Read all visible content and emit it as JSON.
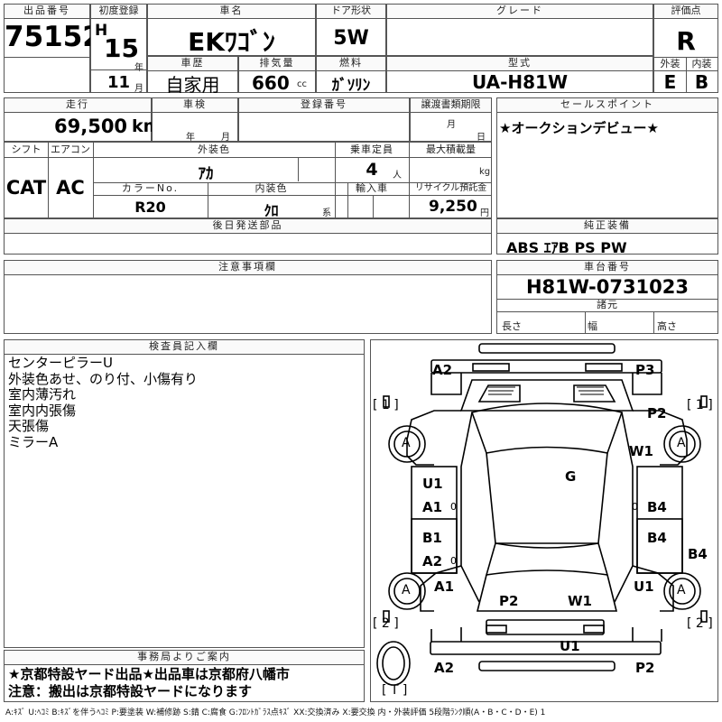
{
  "lot": {
    "label": "出品番号",
    "value": "75152"
  },
  "first_reg": {
    "label": "初度登録",
    "era": "H",
    "year": "15",
    "year_unit": "年",
    "month": "11",
    "month_unit": "月"
  },
  "car_name": {
    "label": "車名",
    "value": "EKﾜｺﾞﾝ"
  },
  "door": {
    "label": "ドア形状",
    "value": "5W"
  },
  "grade": {
    "label": "グレード",
    "value": ""
  },
  "score": {
    "label": "評価点",
    "value": "R",
    "ext_label": "外装",
    "ext": "E",
    "int_label": "内装",
    "int": "B"
  },
  "history": {
    "label": "車歴",
    "value": "自家用"
  },
  "displacement": {
    "label": "排気量",
    "value": "660",
    "unit": "cc"
  },
  "fuel": {
    "label": "燃料",
    "value": "ｶﾞｿﾘﾝ"
  },
  "model": {
    "label": "型式",
    "value": "UA-H81W"
  },
  "mileage": {
    "label": "走行",
    "value": "69,500",
    "unit": "km"
  },
  "inspection": {
    "label": "車検",
    "year_unit": "年",
    "month_unit": "月"
  },
  "reg_no": {
    "label": "登録番号",
    "value": ""
  },
  "transfer": {
    "label": "譲渡書類期限",
    "month_unit": "月",
    "day_unit": "日"
  },
  "sales_point": {
    "label": "セールスポイント",
    "value": "★オークションデビュー★"
  },
  "shift": {
    "label": "シフト",
    "value": "CAT"
  },
  "aircon": {
    "label": "エアコン",
    "value": "AC"
  },
  "ext_color": {
    "label": "外装色",
    "value": "ｱｶ"
  },
  "capacity": {
    "label": "乗車定員",
    "value": "4",
    "unit": "人"
  },
  "max_load": {
    "label": "最大積載量",
    "unit": "kg"
  },
  "color_no": {
    "label": "カラーNo.",
    "value": "R20"
  },
  "int_color": {
    "label": "内装色",
    "value": "ｸﾛ",
    "unit": "系"
  },
  "import": {
    "label": "輸入車"
  },
  "recycle": {
    "label": "リサイクル預託金",
    "value": "9,250",
    "unit": "円"
  },
  "later_parts": {
    "label": "後日発送部品"
  },
  "genuine": {
    "label": "純正装備",
    "value": "ABS ｴｱB PS PW"
  },
  "caution": {
    "label": "注意事項欄"
  },
  "chassis": {
    "label": "車台番号",
    "value": "H81W-0731023",
    "spec_label": "諸元",
    "length": "長さ",
    "width": "幅",
    "height": "高さ"
  },
  "inspector": {
    "label": "検査員記入欄",
    "lines": [
      "センターピラーU",
      "外装色あせ、のり付、小傷有り",
      "室内薄汚れ",
      "室内内張傷",
      "天張傷",
      "ミラーA"
    ]
  },
  "office": {
    "label": "事務局よりご案内",
    "lines": [
      "★京都特設ヤード出品★出品車は京都府八幡市",
      "注意：搬出は京都特設ヤードになります"
    ]
  },
  "diagram": {
    "marks": {
      "front_left": "A2",
      "front_right": "P3",
      "fl_fender": "P2",
      "fr_fender": "W1",
      "glass": "G",
      "left_door_u": "U1",
      "left_door_a": "A1",
      "left_rear_b": "B1",
      "left_rear_a": "A2",
      "right_door_b": "B4",
      "right_rear_b": "B4",
      "right_quarter": "B4",
      "left_rear_fender": "A1",
      "right_rear_fender": "U1",
      "rear_p2": "P2",
      "rear_w1": "W1",
      "rear_bumper_u": "U1",
      "rear_left": "A2",
      "rear_right": "P2",
      "tyre": "A",
      "pillar_mark": "0"
    },
    "brackets": {
      "one": "[ 1 ]",
      "two": "[ 2 ]",
      "t": "[ T ]"
    }
  },
  "legend": "A:ｷｽﾞ  U:ﾍｺﾐ  B:ｷｽﾞを伴うﾍｺﾐ  P:要塗装  W:補修跡  S:錆  C:腐食  G:ﾌﾛﾝﾄｶﾞﾗｽ点ｷｽﾞ  XX:交換済み  X:要交換   内・外装評価  5段階ﾗﾝｸ順(A・B・C・D・E) 1"
}
